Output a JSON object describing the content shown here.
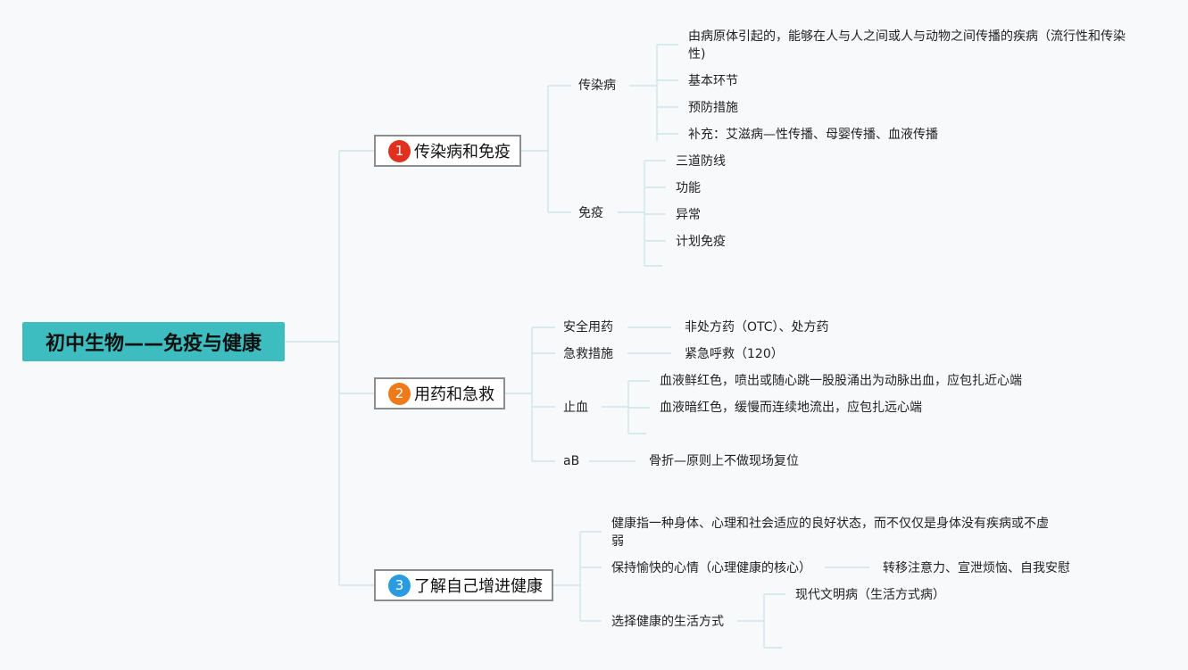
{
  "root": "初中生物——免疫与健康",
  "colors": {
    "root_bg": "#3dbdbf",
    "line": "#cfe6ea",
    "badge1": "#e0301e",
    "badge2": "#ef7a1a",
    "badge3": "#2a9be0"
  },
  "branches": [
    {
      "num": "1",
      "label": "传染病和免疫",
      "children": [
        {
          "label": "传染病",
          "items": [
            "由病原体引起的，能够在人与人之间或人与动物之间传播的疾病（流行性和传染性)",
            "基本环节",
            "预防措施",
            "补充：艾滋病—性传播、母婴传播、血液传播"
          ]
        },
        {
          "label": "免疫",
          "items": [
            "三道防线",
            "功能",
            "异常",
            "计划免疫"
          ]
        }
      ]
    },
    {
      "num": "2",
      "label": "用药和急救",
      "children": [
        {
          "label": "安全用药",
          "items": [
            "非处方药（OTC）、处方药"
          ]
        },
        {
          "label": "急救措施",
          "items": [
            "紧急呼救（120）"
          ]
        },
        {
          "label": "止血",
          "items": [
            "血液鲜红色，喷出或随心跳一股股涌出为动脉出血，应包扎近心端",
            "血液暗红色，缓慢而连续地流出，应包扎远心端"
          ]
        },
        {
          "label": "aB",
          "items": [
            "骨折—原则上不做现场复位"
          ]
        }
      ]
    },
    {
      "num": "3",
      "label": "了解自己增进健康",
      "children": [
        {
          "label": "健康指一种身体、心理和社会适应的良好状态，而不仅仅是身体没有疾病或不虚弱",
          "items": []
        },
        {
          "label": "保持愉快的心情（心理健康的核心）",
          "items": [
            "转移注意力、宣泄烦恼、自我安慰"
          ]
        },
        {
          "label": "选择健康的生活方式",
          "items": [
            "现代文明病（生活方式病）"
          ]
        }
      ]
    }
  ]
}
